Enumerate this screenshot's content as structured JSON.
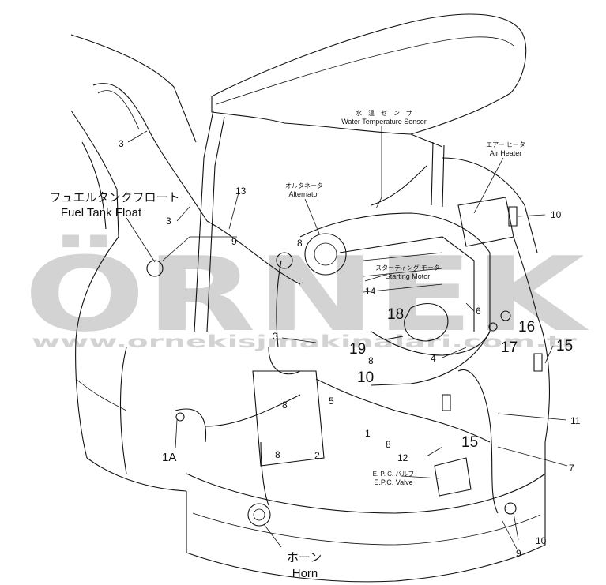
{
  "callouts": {
    "water_temp_sensor": {
      "jp": "水　温　セ　ン　サ",
      "en": "Water Temperature Sensor"
    },
    "air_heater": {
      "jp": "エアー ヒータ",
      "en": "Air Heater"
    },
    "alternator": {
      "jp": "オルタネータ",
      "en": "Alternator"
    },
    "fuel_tank_float": {
      "jp": "フュエルタンクフロート",
      "en": "Fuel Tank Float"
    },
    "starting_motor": {
      "jp": "スターティング モータ",
      "en": "Starting Motor"
    },
    "epc_valve": {
      "jp": "E. P. C. バルブ",
      "en": "E.P.C. Valve"
    },
    "horn": {
      "jp": "ホーン",
      "en": "Horn"
    }
  },
  "part_numbers": {
    "n3a": "3",
    "n3b": "3",
    "n3c": "3",
    "n13": "13",
    "n9a": "9",
    "n8a": "8",
    "n14": "14",
    "n18": "18",
    "n19": "19",
    "n10a": "10",
    "n8b": "8",
    "n10b": "10",
    "n6": "6",
    "n16": "16",
    "n17": "17",
    "n15a": "15",
    "n4": "4",
    "n8c": "8",
    "n5": "5",
    "n8d": "8",
    "n1": "1",
    "n8e": "8",
    "n15b": "15",
    "n11": "11",
    "n2": "2",
    "n12": "12",
    "n7": "7",
    "n1A": "1A",
    "n10c": "10",
    "n9b": "9"
  },
  "watermark": {
    "brand": "ÖRNEK",
    "url": "www.ornekisjmakinalari.com.tr"
  }
}
